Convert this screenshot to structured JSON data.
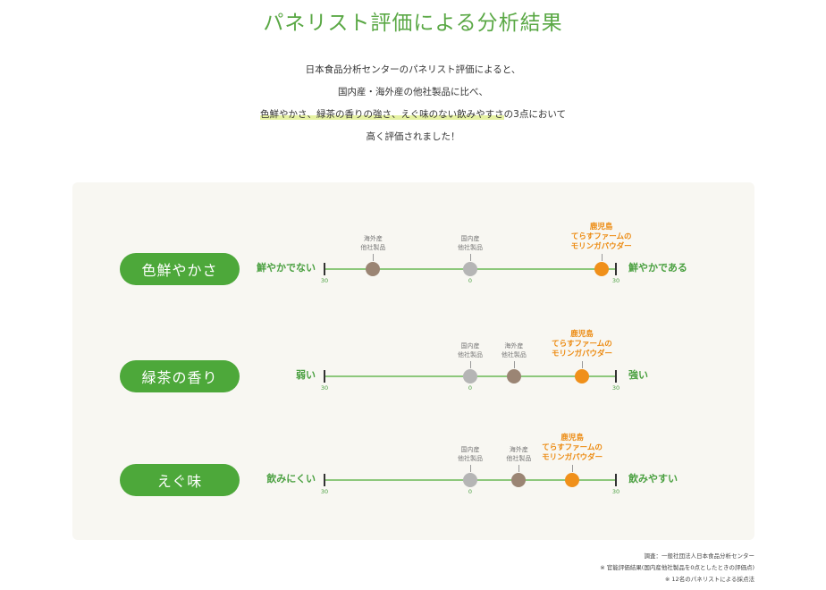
{
  "title": "パネリスト評価による分析結果",
  "intro": {
    "line1": "日本食品分析センターのパネリスト評価によると、",
    "line2": "国内産・海外産の他社製品に比べ、",
    "line3_highlight": "色鮮やかさ、緑茶の香りの強さ、えぐ味のない飲みやすさ",
    "line3_rest": "の3点において",
    "line4": "高く評価されました！"
  },
  "footnotes": {
    "source": "調査：一般社団法人日本食品分析センター",
    "note1": "※ 官能評価結果(国内産他社製品を0点としたときの評価点)",
    "note2": "※ 12名のパネリストによる採点法"
  },
  "colors": {
    "accent_green": "#4da83a",
    "title_green": "#5aa845",
    "overseas": "#9b8574",
    "domestic": "#b5b5b5",
    "ours": "#f0901a",
    "axis": "#8dc87c"
  },
  "chart_data": [
    {
      "type": "scatter",
      "category": "色鮮やかさ",
      "left_label": "鮮やかでない",
      "right_label": "鮮やかである",
      "xlim": [
        -30,
        30
      ],
      "tick_labels": [
        "30",
        "0",
        "30"
      ],
      "points": [
        {
          "name": "海外産\n他社製品",
          "value": -20,
          "color": "#9b8574",
          "highlight": false
        },
        {
          "name": "国内産\n他社製品",
          "value": 0,
          "color": "#b5b5b5",
          "highlight": false
        },
        {
          "name": "鹿児島\nてらすファームの\nモリンガパウダー",
          "value": 27,
          "color": "#f0901a",
          "highlight": true
        }
      ]
    },
    {
      "type": "scatter",
      "category": "緑茶の香り",
      "left_label": "弱い",
      "right_label": "強い",
      "xlim": [
        -30,
        30
      ],
      "tick_labels": [
        "30",
        "0",
        "30"
      ],
      "points": [
        {
          "name": "国内産\n他社製品",
          "value": 0,
          "color": "#b5b5b5",
          "highlight": false
        },
        {
          "name": "海外産\n他社製品",
          "value": 9,
          "color": "#9b8574",
          "highlight": false
        },
        {
          "name": "鹿児島\nてらすファームの\nモリンガパウダー",
          "value": 23,
          "color": "#f0901a",
          "highlight": true
        }
      ]
    },
    {
      "type": "scatter",
      "category": "えぐ味",
      "left_label": "飲みにくい",
      "right_label": "飲みやすい",
      "xlim": [
        -30,
        30
      ],
      "tick_labels": [
        "30",
        "0",
        "30"
      ],
      "points": [
        {
          "name": "国内産\n他社製品",
          "value": 0,
          "color": "#b5b5b5",
          "highlight": false
        },
        {
          "name": "海外産\n他社製品",
          "value": 10,
          "color": "#9b8574",
          "highlight": false
        },
        {
          "name": "鹿児島\nてらすファームの\nモリンガパウダー",
          "value": 21,
          "color": "#f0901a",
          "highlight": true
        }
      ]
    }
  ]
}
